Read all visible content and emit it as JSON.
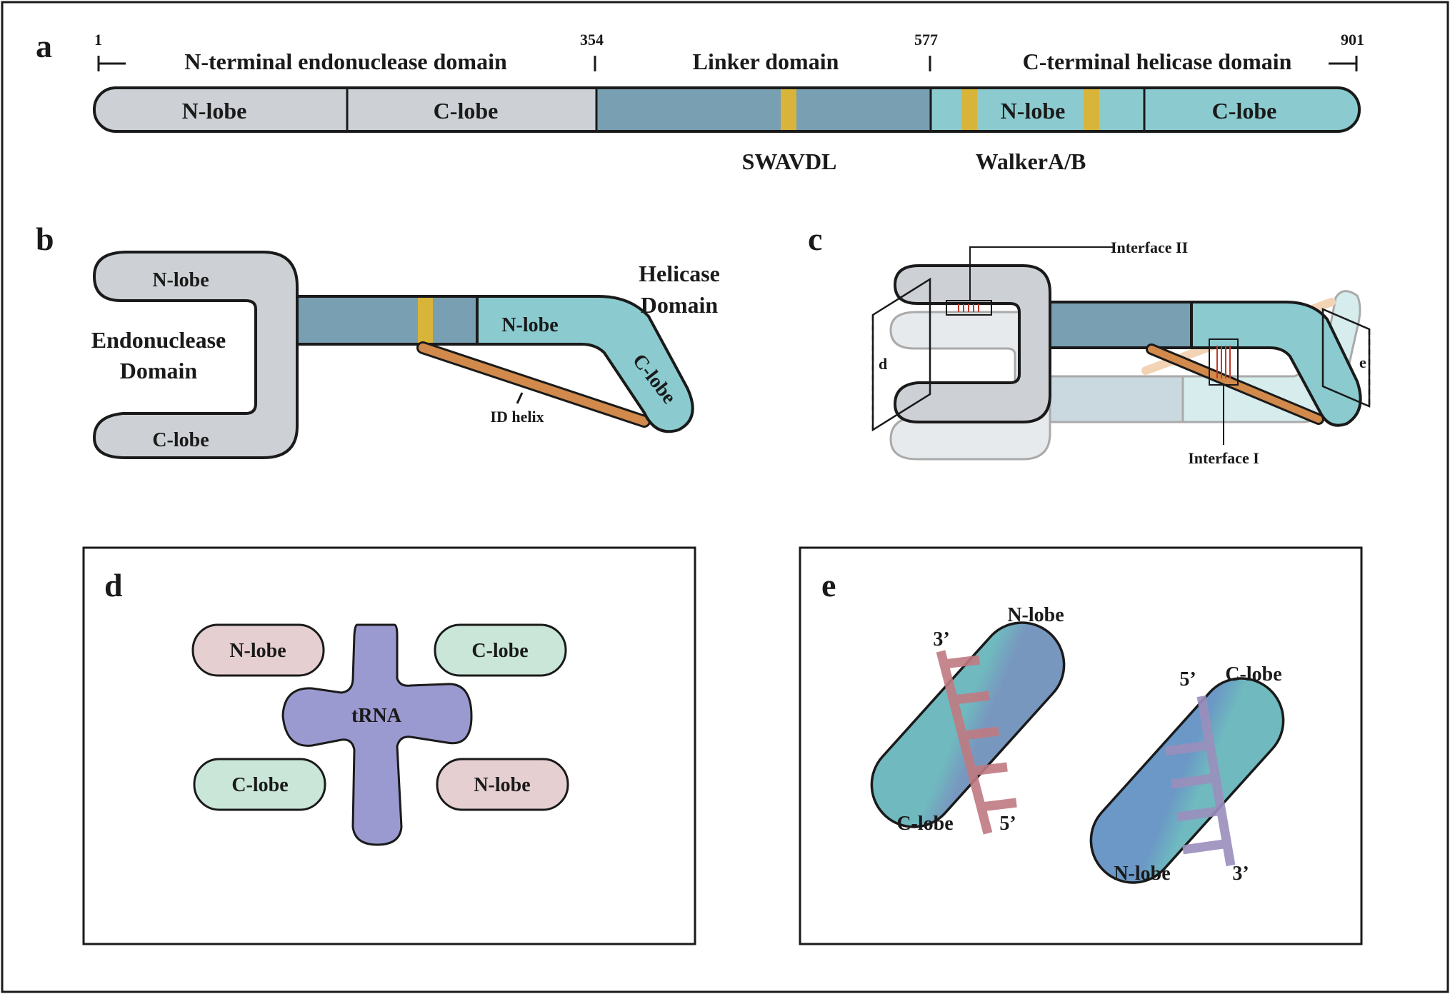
{
  "colors": {
    "endonuclease": "#cdd1d5",
    "linker": "#789fb2",
    "helicase": "#8bcbcf",
    "motif": "#d9b43a",
    "id_helix": "#d18a4b",
    "trna": "#9b9ad0",
    "n_lobe_d": "#e5cfd1",
    "c_lobe_d": "#c9e6d8",
    "e_n_lobe": "#7897bf",
    "e_c_lobe": "#6fb9bf",
    "strand_3to5": "#c07a82",
    "strand_5to3": "#9b8fbd",
    "interface_mark": "#c0392b"
  },
  "panel_a": {
    "letter": "a",
    "positions": [
      "1",
      "354",
      "577",
      "901"
    ],
    "domain_titles": [
      "N-terminal endonuclease domain",
      "Linker domain",
      "C-terminal helicase domain"
    ],
    "segments": [
      "N-lobe",
      "C-lobe",
      "N-lobe",
      "C-lobe"
    ],
    "motif_labels": [
      "SWAVDL",
      "WalkerA/B"
    ]
  },
  "panel_b": {
    "letter": "b",
    "endo_n_lobe": "N-lobe",
    "endo_c_lobe": "C-lobe",
    "endo_domain": [
      "Endonuclease",
      "Domain"
    ],
    "hel_n_lobe": "N-lobe",
    "hel_c_lobe": "C-lobe",
    "hel_domain": [
      "Helicase",
      "Domain"
    ],
    "id_helix": "ID helix"
  },
  "panel_c": {
    "letter": "c",
    "interface_2": "Interface II",
    "interface_1": "Interface I",
    "plane_d": "d",
    "plane_e": "e"
  },
  "panel_d": {
    "letter": "d",
    "top_left": "N-lobe",
    "top_right": "C-lobe",
    "bottom_left": "C-lobe",
    "bottom_right": "N-lobe",
    "center": "tRNA"
  },
  "panel_e": {
    "letter": "e",
    "left_top": "N-lobe",
    "left_bottom": "C-lobe",
    "left_top_end": "3’",
    "left_bottom_end": "5’",
    "right_top": "C-lobe",
    "right_bottom": "N-lobe",
    "right_top_end": "5’",
    "right_bottom_end": "3’"
  }
}
